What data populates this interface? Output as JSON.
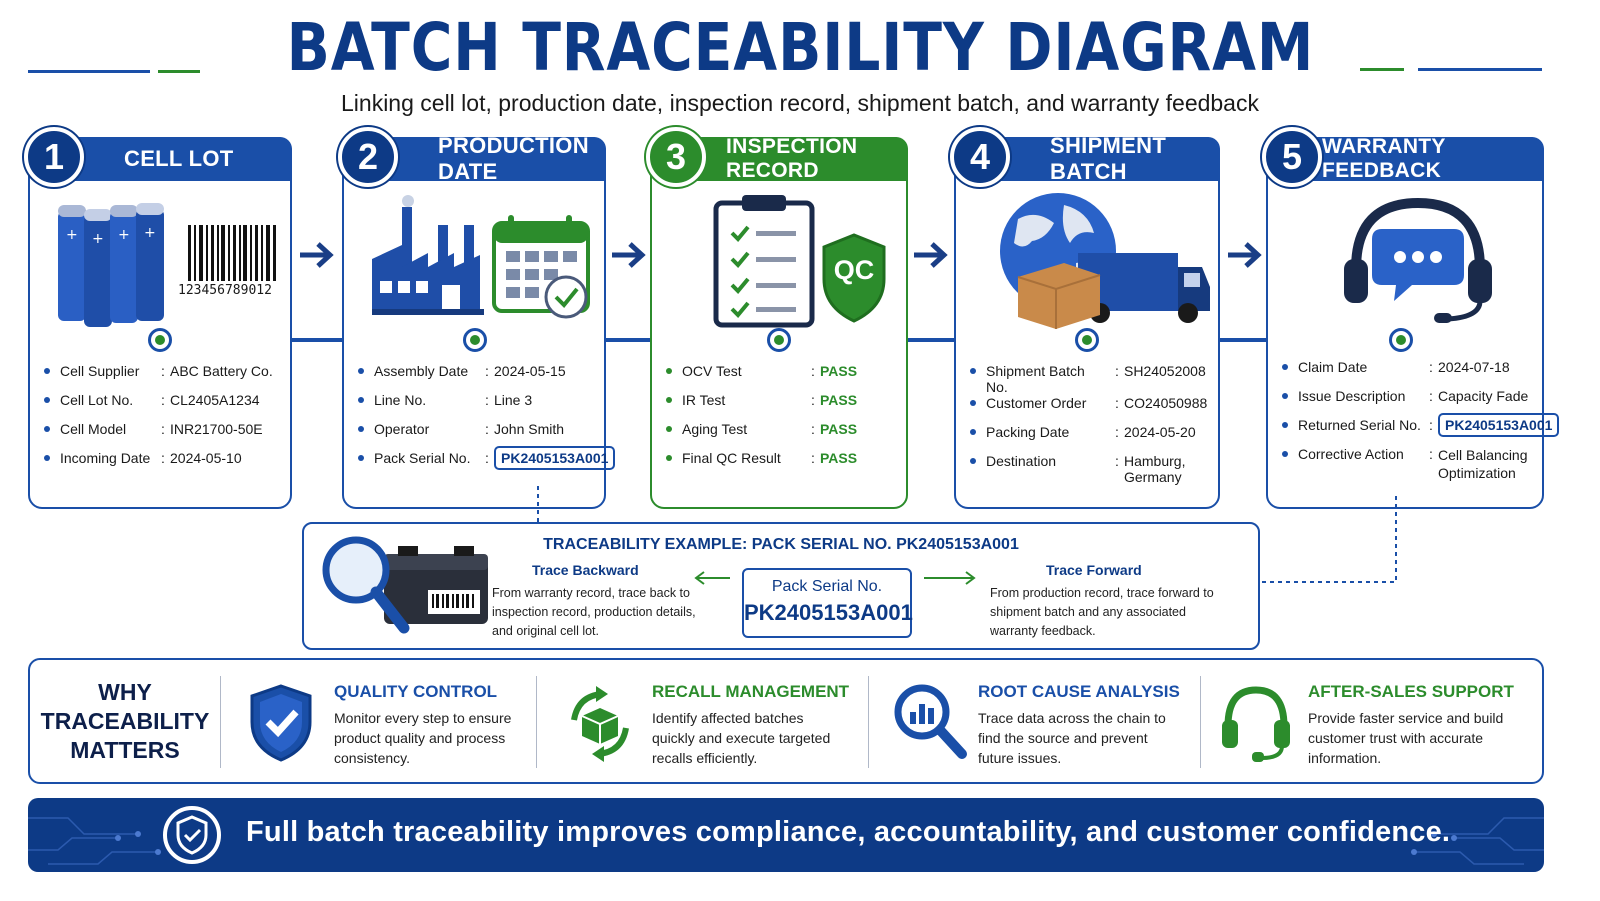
{
  "header": {
    "title": "BATCH TRACEABILITY DIAGRAM",
    "subtitle": "Linking cell lot, production date, inspection record, shipment batch, and warranty feedback"
  },
  "colors": {
    "primary": "#1a4fa8",
    "dark": "#0d3a86",
    "green": "#2c8c2c"
  },
  "steps": [
    {
      "num": "1",
      "title": "CELL LOT",
      "icon": "battery-cells-icon",
      "barcode": "123456789012",
      "fields": [
        {
          "label": "Cell Supplier",
          "value": "ABC Battery Co."
        },
        {
          "label": "Cell Lot No.",
          "value": "CL2405A1234"
        },
        {
          "label": "Cell Model",
          "value": "INR21700-50E"
        },
        {
          "label": "Incoming Date",
          "value": "2024-05-10"
        }
      ]
    },
    {
      "num": "2",
      "title": "PRODUCTION DATE",
      "icon": "factory-icon",
      "fields": [
        {
          "label": "Assembly Date",
          "value": "2024-05-15"
        },
        {
          "label": "Line No.",
          "value": "Line 3"
        },
        {
          "label": "Operator",
          "value": "John Smith"
        },
        {
          "label": "Pack Serial No.",
          "value": "PK2405153A001"
        }
      ]
    },
    {
      "num": "3",
      "title": "INSPECTION RECORD",
      "icon": "clipboard-qc-icon",
      "qc_badge": "QC",
      "fields": [
        {
          "label": "OCV Test",
          "value": "PASS"
        },
        {
          "label": "IR Test",
          "value": "PASS"
        },
        {
          "label": "Aging Test",
          "value": "PASS"
        },
        {
          "label": "Final QC Result",
          "value": "PASS"
        }
      ]
    },
    {
      "num": "4",
      "title": "SHIPMENT BATCH",
      "icon": "globe-truck-icon",
      "fields": [
        {
          "label": "Shipment Batch No.",
          "value": "SH24052008"
        },
        {
          "label": "Customer Order",
          "value": "CO24050988"
        },
        {
          "label": "Packing Date",
          "value": "2024-05-20"
        },
        {
          "label": "Destination",
          "value": "Hamburg, Germany"
        }
      ]
    },
    {
      "num": "5",
      "title": "WARRANTY FEEDBACK",
      "icon": "headset-chat-icon",
      "fields": [
        {
          "label": "Claim Date",
          "value": "2024-07-18"
        },
        {
          "label": "Issue Description",
          "value": "Capacity Fade"
        },
        {
          "label": "Returned Serial No.",
          "value": "PK2405153A001"
        },
        {
          "label": "Corrective Action",
          "value": "Cell Balancing Optimization"
        }
      ]
    }
  ],
  "example": {
    "title": "TRACEABILITY EXAMPLE: PACK SERIAL NO. PK2405153A001",
    "backward_title": "Trace Backward",
    "backward_text": "From warranty record, trace back to inspection record, production details, and original cell lot.",
    "pack_label": "Pack Serial No.",
    "pack_value": "PK2405153A001",
    "forward_title": "Trace Forward",
    "forward_text": "From production record, trace forward to shipment batch and any associated warranty feedback."
  },
  "why": {
    "title": "WHY TRACEABILITY MATTERS",
    "items": [
      {
        "title": "QUALITY CONTROL",
        "text": "Monitor every step to ensure product quality and process consistency.",
        "color": "#1a4fa8",
        "icon": "shield-check-icon"
      },
      {
        "title": "RECALL MANAGEMENT",
        "text": "Identify affected batches quickly and execute targeted recalls efficiently.",
        "color": "#2c8c2c",
        "icon": "recycle-box-icon"
      },
      {
        "title": "ROOT CAUSE ANALYSIS",
        "text": "Trace data across the chain to find the source and prevent future issues.",
        "color": "#1a4fa8",
        "icon": "magnifier-chart-icon"
      },
      {
        "title": "AFTER-SALES SUPPORT",
        "text": "Provide faster service and build customer trust with accurate information.",
        "color": "#2c8c2c",
        "icon": "headset-icon"
      }
    ]
  },
  "banner": {
    "text": "Full batch traceability improves compliance, accountability, and customer confidence.",
    "icon": "shield-check-icon"
  }
}
